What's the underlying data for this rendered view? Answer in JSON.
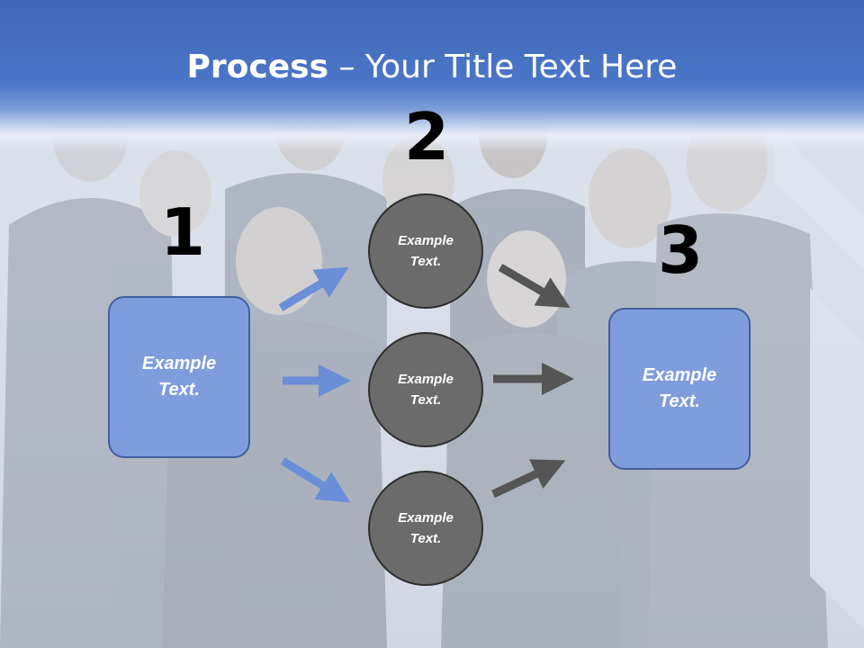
{
  "title": {
    "bold": "Process",
    "rest": " – Your Title Text Here"
  },
  "steps": [
    "1",
    "2",
    "3"
  ],
  "left_box": {
    "text": "Example\nText."
  },
  "right_box": {
    "text": "Example\nText."
  },
  "circles": [
    {
      "text": "Example\nText."
    },
    {
      "text": "Example\nText."
    },
    {
      "text": "Example\nText."
    }
  ],
  "colors": {
    "banner": "#4b76c8",
    "box": "#7f9ddc",
    "circle": "#6b6b6b",
    "blue_arrow": "#6a8fd8",
    "gray_arrow": "#555555"
  }
}
